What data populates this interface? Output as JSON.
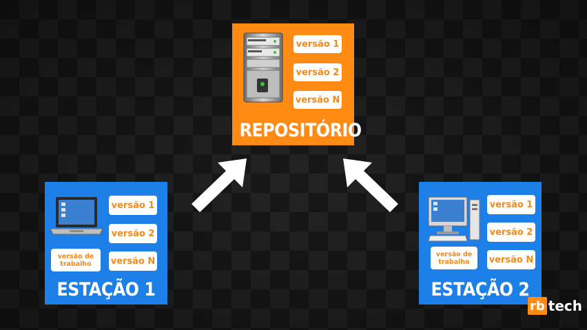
{
  "repository": {
    "title": "REPOSITÓRIO",
    "versions": [
      "versão 1",
      "versão 2",
      "versão N"
    ]
  },
  "station1": {
    "title": "ESTAÇÃO 1",
    "versions": [
      "versão 1",
      "versão 2",
      "versão N"
    ],
    "working_copy": "versão de trabalho"
  },
  "station2": {
    "title": "ESTAÇÃO 2",
    "versions": [
      "versão 1",
      "versão 2",
      "versão N"
    ],
    "working_copy": "versão de trabalho"
  },
  "logo": {
    "rb": "rb",
    "tech": "tech"
  },
  "colors": {
    "repository": "#ff8a14",
    "station": "#1d7fe8",
    "tag_text": "#f28a1a",
    "arrow": "#ffffff"
  },
  "icons": {
    "repository": "server-icon",
    "station1": "laptop-icon",
    "station2": "desktop-computer-icon"
  }
}
